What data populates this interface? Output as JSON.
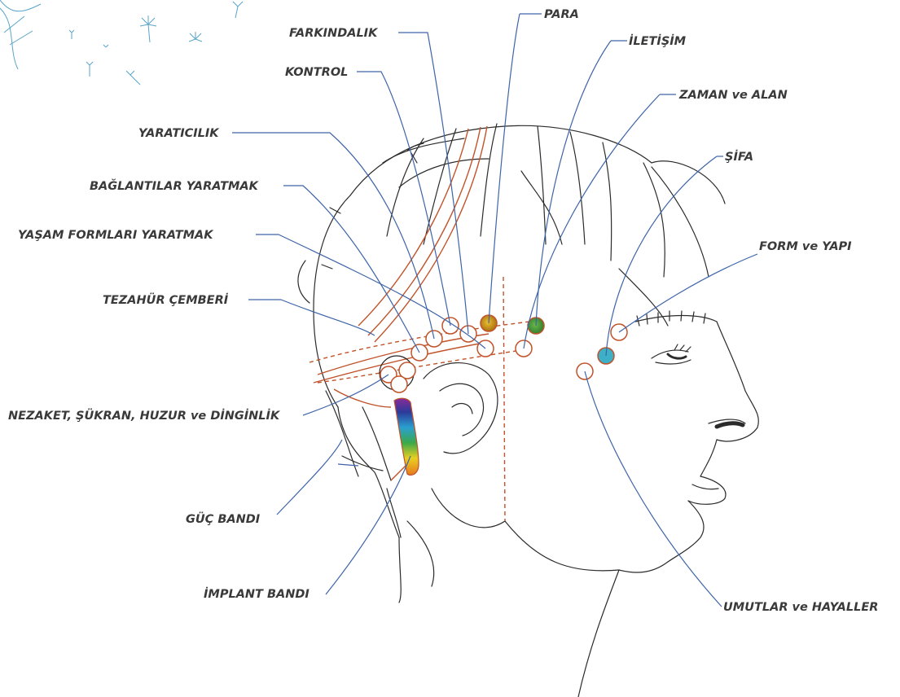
{
  "labels": {
    "para": "PARA",
    "farkindalik": "FARKINDALIK",
    "iletisim": "İLETİŞİM",
    "kontrol": "KONTROL",
    "zaman_alan": "ZAMAN ve ALAN",
    "yaraticilik": "YARATICILIK",
    "sifa": "ŞİFA",
    "baglantilar": "BAĞLANTILAR YARATMAK",
    "yasam_formlari": "YAŞAM FORMLARI YARATMAK",
    "form_yapi": "FORM ve YAPI",
    "tezahur": "TEZAHÜR ÇEMBERİ",
    "nezaket": "NEZAKET, ŞÜKRAN, HUZUR ve DİNGİNLİK",
    "guc_bandi": "GÜÇ BANDI",
    "implant_bandi": "İMPLANT BANDI",
    "umutlar": "UMUTLAR ve HAYALLER"
  },
  "colors": {
    "leader_line": "#3d64a8",
    "band_line": "#c0532a",
    "para_point": "#c8a020",
    "iletisim_point": "#4a9a3e",
    "sifa_point": "#3db0c8",
    "label_text": "#3a3a3a"
  }
}
